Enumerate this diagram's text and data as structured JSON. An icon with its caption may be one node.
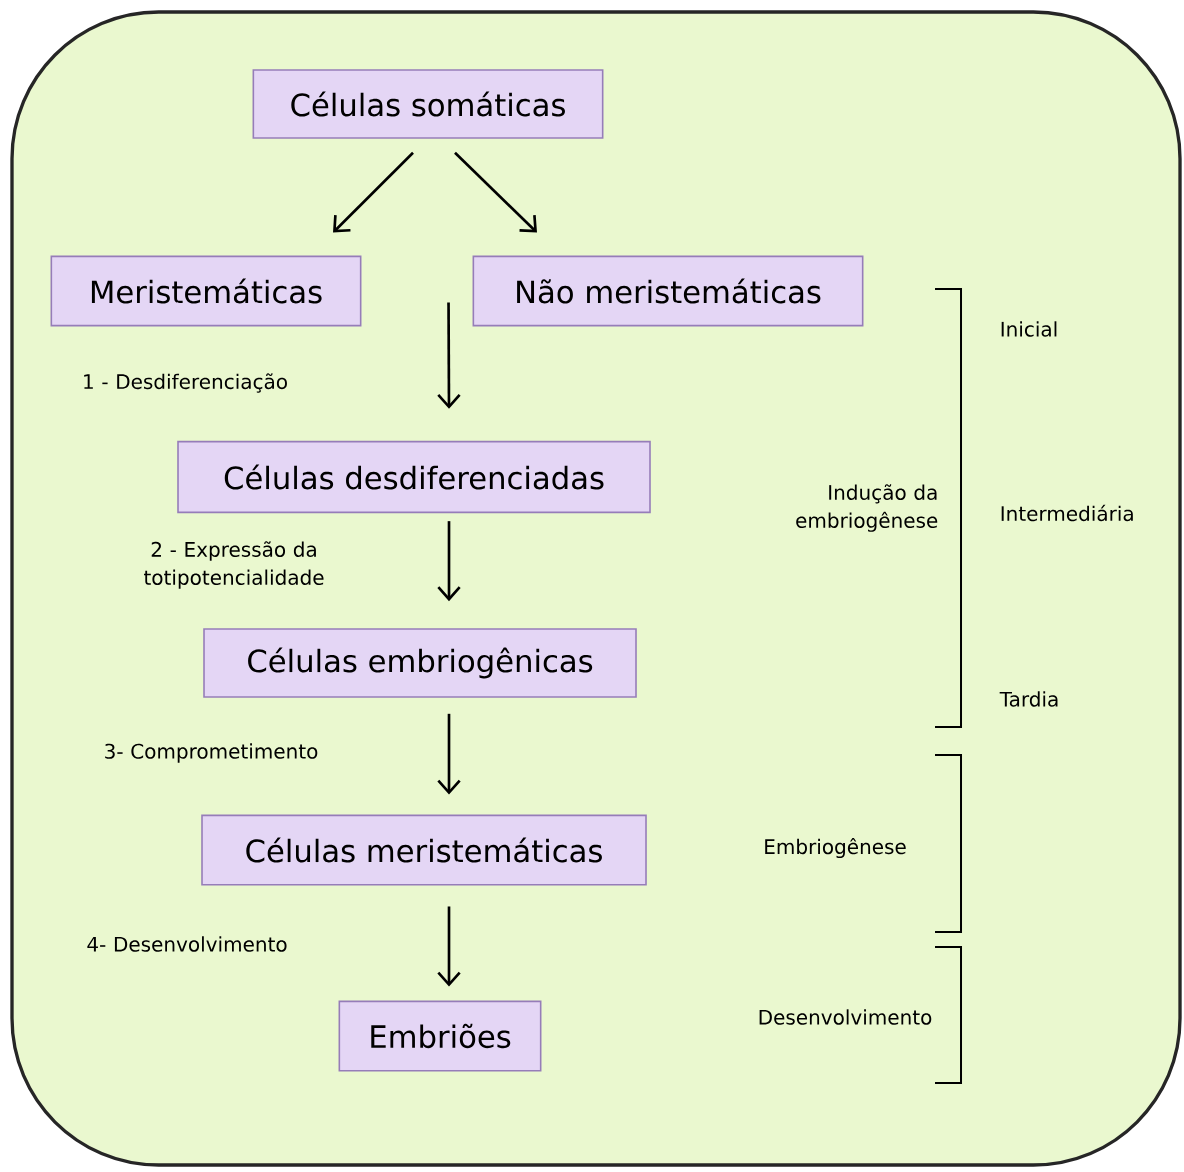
{
  "diagram": {
    "nodes": [
      {
        "text": [
          "Células somáticas"
        ]
      },
      {
        "text": [
          "Meristemáticas"
        ]
      },
      {
        "text": [
          "Não meristemáticas"
        ]
      },
      {
        "text": [
          "Células desdiferenciadas"
        ]
      },
      {
        "text": [
          "Células embriogênicas"
        ]
      },
      {
        "text": [
          "Células meristemáticas"
        ]
      },
      {
        "text": [
          "Embriões"
        ]
      }
    ],
    "edges": [
      {
        "from": 0,
        "to": 1,
        "arrow": "to"
      },
      {
        "from": 0,
        "to": 2,
        "arrow": "to"
      },
      {
        "from": 2,
        "to": 3,
        "arrow": "to"
      },
      {
        "from": 3,
        "to": 4,
        "arrow": "to"
      },
      {
        "from": 4,
        "to": 5,
        "arrow": "to"
      },
      {
        "from": 5,
        "to": 6,
        "arrow": "to"
      }
    ],
    "labels": [
      "Inicial",
      "1 - Desdiferenciação",
      "Indução da embriogênese",
      "Intermediária",
      "2 - Expressão da totipotencialidade",
      "Tardia",
      "3- Comprometimento",
      "Embriogênese",
      "4- Desenvolvimento",
      "Desenvolvimento"
    ]
  }
}
